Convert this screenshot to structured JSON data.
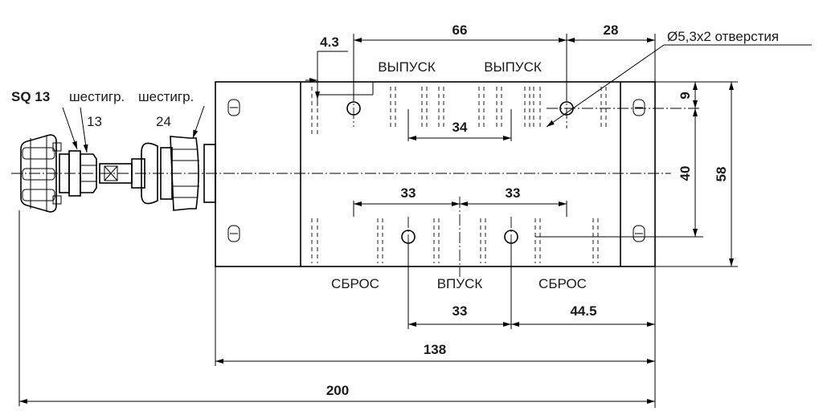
{
  "dimensions": {
    "d66": "66",
    "d28": "28",
    "d4_3": "4.3",
    "d34": "34",
    "d33_left": "33",
    "d33_right": "33",
    "d33_bottom": "33",
    "d44_5": "44.5",
    "d138": "138",
    "d200": "200",
    "d9": "9",
    "d40": "40",
    "d58": "58"
  },
  "labels": {
    "hole_note": "Ø5,3x2 отверстия",
    "exhaust_left": "ВЫПУСК",
    "exhaust_right": "ВЫПУСК",
    "reset_left": "СБРОС",
    "inlet": "ВПУСК",
    "reset_right": "СБРОС",
    "sq": "SQ 13",
    "hex1_label": "шестигр.",
    "hex1_size": "13",
    "hex2_label": "шестигр.",
    "hex2_size": "24"
  }
}
